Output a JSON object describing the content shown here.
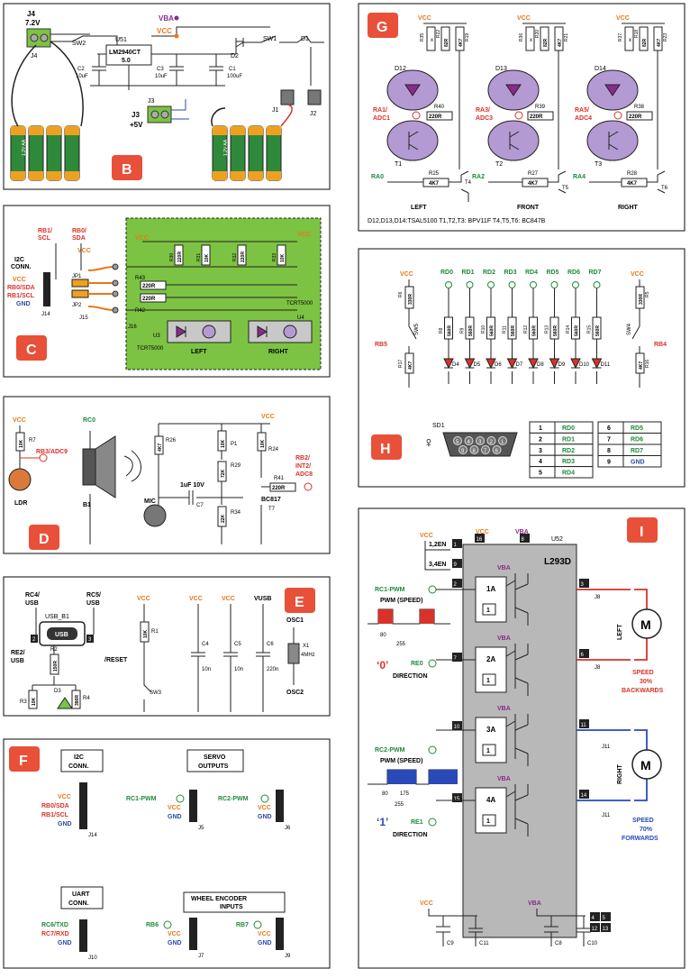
{
  "colors": {
    "frame": "#333333",
    "wire": "#222222",
    "vcc": "#e8781a",
    "vba": "#8a2a8a",
    "green_sig": "#1e8a3a",
    "red_sig": "#d8322a",
    "blue": "#2a4aa8",
    "section_badge": "#e8503a",
    "pcb_green": "#7cc243",
    "chip_gray": "#b8b8b8",
    "led_purple": "#b49ad2",
    "motor_red": "#e02020",
    "motor_blue": "#2a4ab8"
  },
  "sections": {
    "B": {
      "label": "B",
      "j4": "J4",
      "j4_volt": "7.2V",
      "j4_name": "J4",
      "sw2": "SW2",
      "u51": "U51",
      "reg": "LM2940CT",
      "reg2": "5.0",
      "d2": "D2",
      "sw1": "SW1",
      "d1": "D1",
      "vba": "VBA",
      "vcc": "VCC",
      "c2": "C2",
      "c2v": "10uF",
      "c3": "C3",
      "c3v": "10uF",
      "c1": "C1",
      "c1v": "100uF",
      "j3": "J3",
      "j3v": "+5V",
      "j3name": "J3",
      "j1": "J1",
      "j2": "J2",
      "battery_cell": "1.2V AA"
    },
    "C": {
      "label": "C",
      "rb1scl": "RB1/",
      "rb1scl2": "SCL",
      "rb0sda": "RB0/",
      "rb0sda2": "SDA",
      "vcc": "VCC",
      "i2c": "I2C",
      "conn": "CONN.",
      "pin_vcc": "VCC",
      "pin_rb0": "RB0/SDA",
      "pin_rb1": "RB1/SCL",
      "pin_gnd": "GND",
      "j14": "J14",
      "jp1": "JP1",
      "jp2": "JP2",
      "j15": "J15",
      "j16": "J16",
      "r43": "R43",
      "r42": "R42",
      "r220": "220R",
      "r30": "R30",
      "r31": "R31",
      "r32": "R32",
      "r33": "R33",
      "v220": "220R",
      "v10k": "10K",
      "tcrt": "TCRT5000",
      "u3": "U3",
      "u4": "U4",
      "left": "LEFT",
      "right": "RIGHT",
      "vcc2": "VCC"
    },
    "D": {
      "label": "D",
      "vcc": "VCC",
      "r7": "R7",
      "r7v": "10K",
      "rb3": "RB3/ADC9",
      "ldr": "LDR",
      "rc0": "RC0",
      "b1": "B1",
      "r26": "R26",
      "r26v": "4K7",
      "mic": "MIC",
      "c7": "C7",
      "c7v": "1uF 10V",
      "p1": "P1",
      "p1v": "10K",
      "r29": "R29",
      "r29v": "72K",
      "r34": "R34",
      "r34v": "22K",
      "r24": "R24",
      "r24v": "10K",
      "r41": "R41",
      "r41v": "220R",
      "rb2": "RB2/",
      "int2": "INT2/",
      "adc8": "ADC8",
      "bc": "BC817",
      "t7": "T7",
      "vcc2": "VCC"
    },
    "E": {
      "label": "E",
      "rc4": "RC4/",
      "rc4b": "USB",
      "rc5": "RC5/",
      "rc5b": "USB",
      "usb_b1": "USB_B1",
      "usb": "USB",
      "re2": "RE2/",
      "re2b": "USB",
      "r2": "R2",
      "r2v": "150R",
      "r3": "R3",
      "r3v": "10K",
      "r4": "R4",
      "r4v": "390R",
      "d3": "D3",
      "vcc": "VCC",
      "r1": "R1",
      "r1v": "10K",
      "reset": "/RESET",
      "sw3": "SW3",
      "c4": "C4",
      "c4v": "10n",
      "c5": "C5",
      "c5v": "10n",
      "c6": "C6",
      "c6v": "220n",
      "vusb": "VUSB",
      "osc1": "OSC1",
      "x1": "X1",
      "x1v": "4MHz",
      "osc2": "OSC2",
      "pin2": "2",
      "pin3": "3"
    },
    "F": {
      "label": "F",
      "i2c": "I2C",
      "conn": "CONN.",
      "j14": "J14",
      "vcc": "VCC",
      "rb0": "RB0/SDA",
      "rb1": "RB1/SCL",
      "gnd": "GND",
      "servo": "SERVO",
      "outputs": "OUTPUTS",
      "rc1pwm": "RC1-PWM",
      "rc2pwm": "RC2-PWM",
      "j5": "J5",
      "j6": "J6",
      "uart": "UART",
      "uart2": "CONN.",
      "rc6": "RC6/TXD",
      "rc7": "RC7/RXD",
      "j10": "J10",
      "wheel": "WHEEL ENCODER",
      "inputs": "INPUTS",
      "rb6": "RB6",
      "rb7": "RB7",
      "j7": "J7",
      "j9": "J9"
    },
    "G": {
      "label": "G",
      "vcc": "VCC",
      "left": "LEFT",
      "front": "FRONT",
      "right": "RIGHT",
      "d12": "D12",
      "d13": "D13",
      "d14": "D14",
      "t1": "T1",
      "t2": "T2",
      "t3": "T3",
      "t4": "T4",
      "t5": "T5",
      "t6": "T6",
      "ra1": "RA1/",
      "adc1": "ADC1",
      "ra3": "RA3/",
      "adc3": "ADC3",
      "ra5": "RA5/",
      "adc4": "ADC4",
      "ra0": "RA0",
      "ra2": "RA2",
      "ra4": "RA4",
      "r40": "R40",
      "r39": "R39",
      "r38": "R38",
      "r220": "220R",
      "r25": "R25",
      "r27": "R27",
      "r28": "R28",
      "r4k7": "4K7",
      "r35": "R35",
      "r22": "R22",
      "r19": "R19",
      "r36": "R36",
      "r20": "R20",
      "r21": "R21",
      "r37": "R37",
      "r18": "R18",
      "r23": "R23",
      "v82r": "82R",
      "v4k7": "4K7",
      "vx": "x",
      "footer": "D12,D13,D14:TSAL5100   T1,T2,T3: BPV11F   T4,T5,T6: BC847B"
    },
    "H": {
      "label": "H",
      "vcc": "VCC",
      "r6": "R6",
      "r6v": "330R",
      "sw5": "SW5",
      "rb5": "RB5",
      "r17": "R17",
      "r17v": "4K7",
      "r5": "R5",
      "r5v": "330R",
      "sw4": "SW4",
      "rb4": "RB4",
      "r16": "R16",
      "r16v": "4K7",
      "rd": [
        "RD0",
        "RD1",
        "RD2",
        "RD3",
        "RD4",
        "RD5",
        "RD6",
        "RD7"
      ],
      "rs": [
        "R8",
        "R9",
        "R10",
        "R11",
        "R12",
        "R13",
        "R14",
        "R15"
      ],
      "rv": "560R",
      "ds": [
        "D4",
        "D5",
        "D6",
        "D7",
        "D8",
        "D9",
        "D10",
        "D11"
      ],
      "sd1": "SD1",
      "female": "♀",
      "dsub_top": [
        "5",
        "4",
        "3",
        "2",
        "1"
      ],
      "dsub_bot": [
        "9",
        "8",
        "7",
        "6"
      ],
      "table": [
        {
          "n": "1",
          "s": "RD0"
        },
        {
          "n": "2",
          "s": "RD1"
        },
        {
          "n": "3",
          "s": "RD2"
        },
        {
          "n": "4",
          "s": "RD3"
        },
        {
          "n": "5",
          "s": "RD4"
        }
      ],
      "table2": [
        {
          "n": "6",
          "s": "RD5"
        },
        {
          "n": "7",
          "s": "RD6"
        },
        {
          "n": "8",
          "s": "RD7"
        },
        {
          "n": "9",
          "s": "GND"
        }
      ]
    },
    "I": {
      "label": "I",
      "vcc": "VCC",
      "vba": "VBA",
      "u52": "U52",
      "l293d": "L293D",
      "en12": "1,2EN",
      "en34": "3,4EN",
      "rc1pwm": "RC1-PWM",
      "pwm_speed": "PWM (SPEED)",
      "re0": "RE0",
      "zero": "‘0’",
      "direction": "DIRECTION",
      "rc2pwm": "RC2-PWM",
      "pwm_speed2": "PWM (SPEED)",
      "re1": "RE1",
      "one": "‘1’",
      "direction2": "DIRECTION",
      "a1": "1A",
      "a2": "2A",
      "a3": "3A",
      "a4": "4A",
      "one_box": "1",
      "left": "LEFT",
      "right": "RIGHT",
      "m": "M",
      "j8": "J8",
      "j11": "J11",
      "speed30": "SPEED",
      "speed30b": "30%",
      "backwards": "BACKWARDS",
      "speed70": "SPEED",
      "speed70b": "70%",
      "forwards": "FORWARDS",
      "p1": "1",
      "p9": "9",
      "p16": "16",
      "p8": "8",
      "p2": "2",
      "p3": "3",
      "p6": "6",
      "p7": "7",
      "p10": "10",
      "p11": "11",
      "p14": "14",
      "p15": "15",
      "p4": "4",
      "p5": "5",
      "p12": "12",
      "p13": "13",
      "t80": "80",
      "t255": "255",
      "t175": "175",
      "c9": "C9",
      "c11": "C11",
      "c8": "C8",
      "c10": "C10"
    }
  }
}
